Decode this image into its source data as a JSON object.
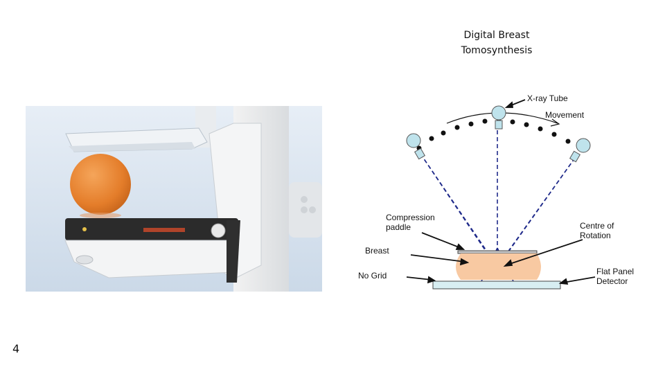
{
  "slide": {
    "title_line1": "Digital Breast",
    "title_line2": "Tomosynthesis",
    "page_number": "4"
  },
  "photo": {
    "subject": "mammography unit with compression paddle and breast phantom"
  },
  "diagram": {
    "labels": {
      "xray_tube": "X-ray Tube",
      "movement": "Movement",
      "compression_1": "Compression",
      "compression_2": "paddle",
      "centre_1": "Centre of",
      "centre_2": "Rotation",
      "breast": "Breast",
      "no_grid": "No Grid",
      "detector_1": "Flat Panel",
      "detector_2": "Detector"
    }
  },
  "colors": {
    "beam": "#1f2a8a",
    "tube": "#bfe3ec",
    "breast": "#f8c9a2",
    "detector": "#d8eef2",
    "photo_bg": "#dde8f2"
  }
}
